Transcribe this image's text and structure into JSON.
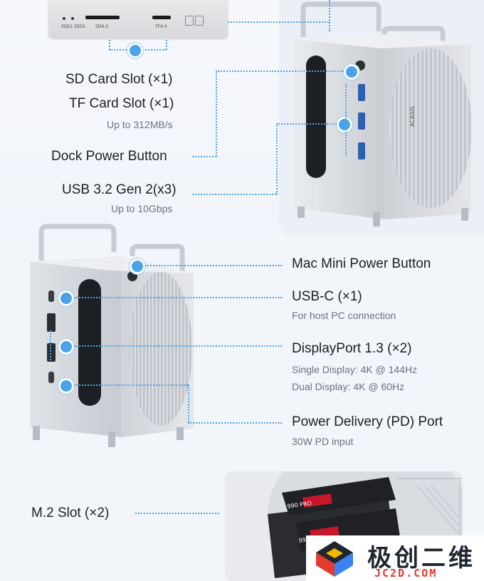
{
  "top_section": {
    "sd_card": "SD Card Slot (×1)",
    "tf_card": "TF Card Slot (×1)",
    "card_speed": "Up to 312MB/s",
    "dock_power": "Dock Power Button",
    "usb": "USB 3.2 Gen 2(x3)",
    "usb_speed": "Up to 10Gbps"
  },
  "front_panel": {
    "ssd_label": "SSD1 SSD2",
    "sd_label": "SD4.0",
    "tf_label": "TF4.0"
  },
  "bottom_section": {
    "mac_power": "Mac Mini Power Button",
    "usbc": "USB-C (×1)",
    "usbc_note": "For host PC connection",
    "displayport": "DisplayPort 1.3 (×2)",
    "dp_single": "Single Display: 4K @ 144Hz",
    "dp_dual": "Dual Display: 4K @ 60Hz",
    "pd_port": "Power Delivery (PD) Port",
    "pd_note": "30W PD input",
    "m2_slot": "M.2 Slot (×2)"
  },
  "device": {
    "brand_mark": "ACASIS",
    "ssd_brand": "990 PRO"
  },
  "watermark": {
    "chinese": "极创二维",
    "url": "JC2D.COM"
  },
  "colors": {
    "accent": "#4aa3e8",
    "watermark_red": "#e23b2e",
    "watermark_dark": "#1f2630"
  }
}
